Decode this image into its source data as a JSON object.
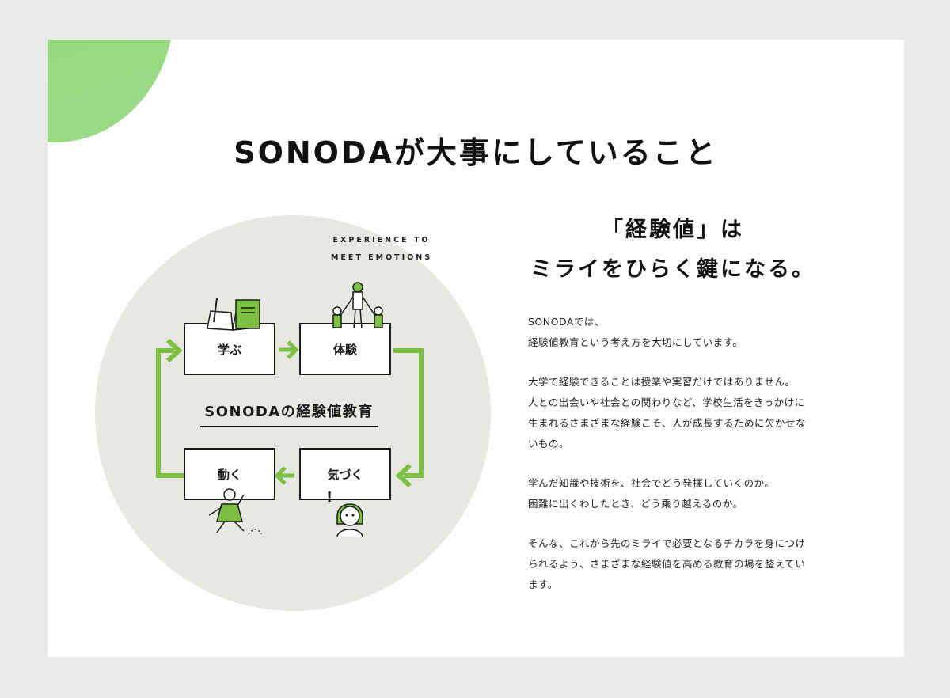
{
  "page_title": "SONODAが大事にしていること",
  "diagram": {
    "subtitle_en": [
      "EXPERIENCE TO",
      "MEET EMOTIONS"
    ],
    "center_label": "SONODAの経験値教育",
    "steps": [
      {
        "label": "学ぶ",
        "icon": "book-pen-icon"
      },
      {
        "label": "体験",
        "icon": "family-icon"
      },
      {
        "label": "気づく",
        "icon": "girl-face-icon"
      },
      {
        "label": "動く",
        "icon": "running-child-icon"
      }
    ],
    "accent_color": "#7bc043"
  },
  "heading": {
    "line1": "「経験値」は",
    "line2": "ミライをひらく鍵になる。"
  },
  "body": {
    "paragraphs": [
      [
        "SONODAでは、",
        "経験値教育という考え方を大切にしています。"
      ],
      [
        "大学で経験できることは授業や実習だけではありません。",
        "人との出会いや社会との関わりなど、学校生活をきっかけに",
        "生まれるさまざまな経験こそ、人が成長するために欠かせな",
        "いもの。"
      ],
      [
        "学んだ知識や技術を、社会でどう発揮していくのか。",
        "困難に出くわしたとき、どう乗り越えるのか。"
      ],
      [
        "そんな、これから先のミライで必要となるチカラを身につけ",
        "られるよう、さまざまな経験値を高める教育の場を整えてい",
        "ます。"
      ]
    ]
  }
}
